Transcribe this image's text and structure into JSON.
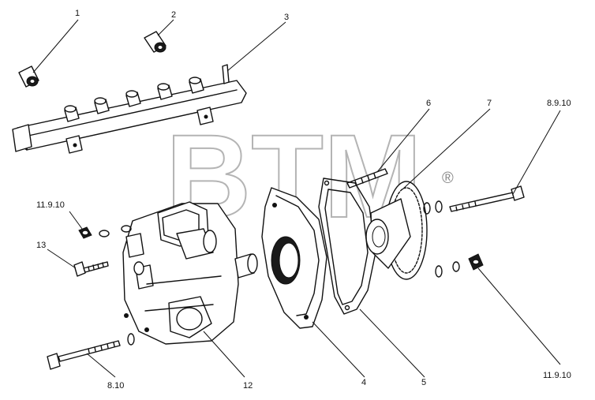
{
  "watermark": {
    "text": "BTM",
    "mark": "®"
  },
  "callouts": [
    {
      "id": "c1",
      "label": "1"
    },
    {
      "id": "c2",
      "label": "2"
    },
    {
      "id": "c3",
      "label": "3"
    },
    {
      "id": "c6",
      "label": "6"
    },
    {
      "id": "c7",
      "label": "7"
    },
    {
      "id": "c8910",
      "label": "8.9.10"
    },
    {
      "id": "c11910a",
      "label": "11.9.10"
    },
    {
      "id": "c13",
      "label": "13"
    },
    {
      "id": "c810",
      "label": "8.10"
    },
    {
      "id": "c12",
      "label": "12"
    },
    {
      "id": "c4",
      "label": "4"
    },
    {
      "id": "c5",
      "label": "5"
    },
    {
      "id": "c11910b",
      "label": "11.9.10"
    }
  ],
  "colors": {
    "ink": "#111111",
    "background": "#ffffff",
    "watermark": "#777777"
  }
}
